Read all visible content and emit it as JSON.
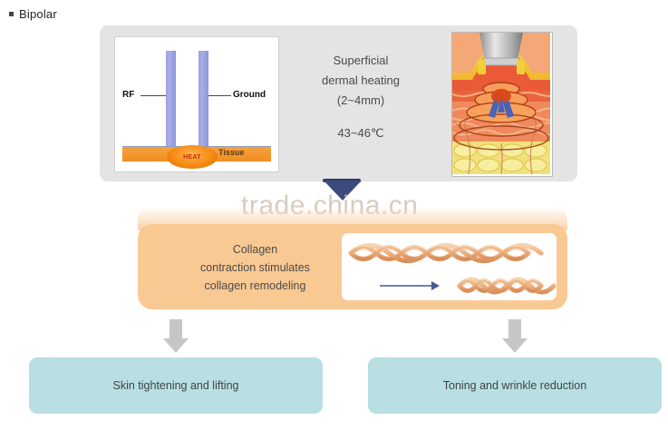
{
  "heading": {
    "bullet_icon": "square-bullet-icon",
    "label": "Bipolar"
  },
  "top_panel": {
    "rf_diagram": {
      "rf_label": "RF",
      "ground_label": "Ground",
      "heat_label": "HEAT",
      "tissue_label": "Tissue"
    },
    "heating_text": {
      "line1": "Superficial",
      "line2": "dermal heating",
      "line3": "(2~4mm)",
      "temperature": "43~46℃"
    },
    "skin_figure_name": "skin-cross-section-illustration"
  },
  "connector": {
    "icon": "down-trapezoid-arrow-icon"
  },
  "watermark": {
    "text": "trade.china.cn"
  },
  "collagen_panel": {
    "line1": "Collagen",
    "line2": "contraction stimulates",
    "line3": "collagen remodeling",
    "figure_name": "collagen-fiber-contraction-illustration"
  },
  "outcomes": [
    {
      "label": "Skin tightening and lifting"
    },
    {
      "label": "Toning and wrinkle reduction"
    }
  ],
  "colors": {
    "panel_gray": "#e4e4e4",
    "collagen_orange": "#f9c993",
    "outcome_teal": "#b9dfe3",
    "electrode_purple": "#9aa0e0",
    "tissue_orange": "#f08e22",
    "arrow_gray": "#c6c6c6",
    "connector_navy": "#3c4a7d",
    "watermark_tan": "#cfc4b4"
  }
}
